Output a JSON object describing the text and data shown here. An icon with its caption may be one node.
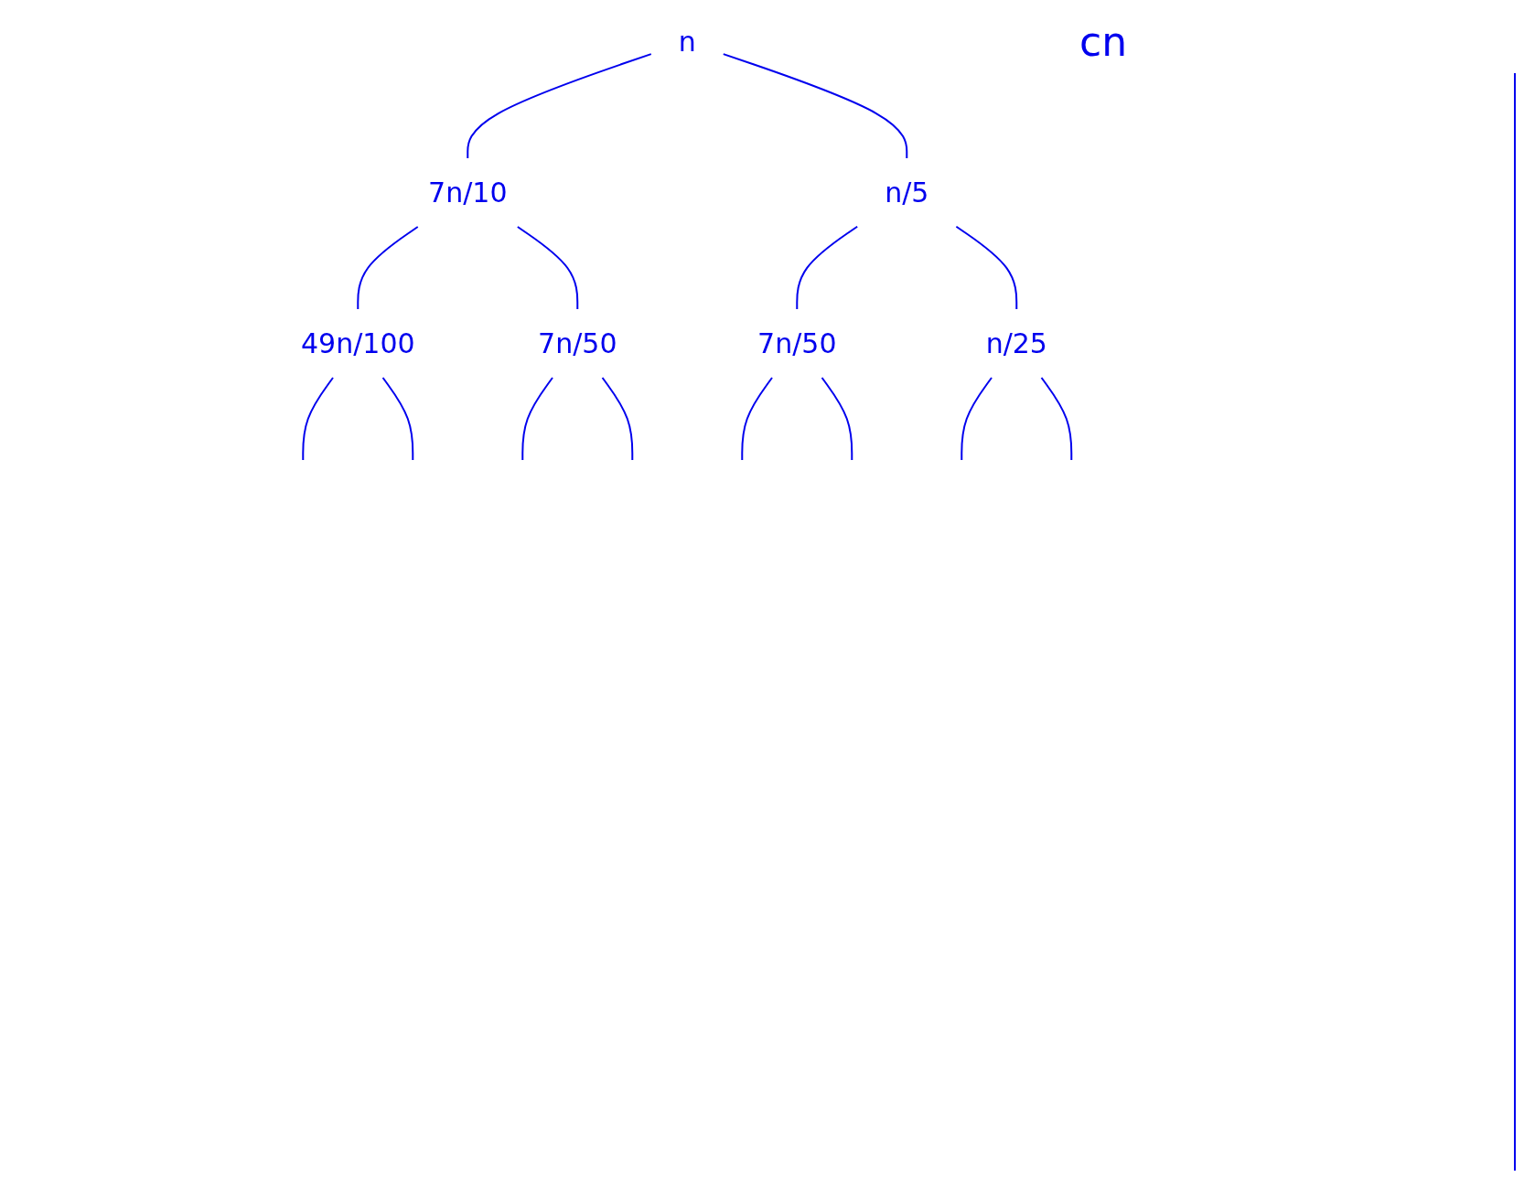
{
  "diagram": {
    "nodes": [
      {
        "text": [
          "n"
        ]
      },
      {
        "text": [
          "7n/10"
        ]
      },
      {
        "text": [
          "n/5"
        ]
      },
      {
        "text": [
          "49n/100"
        ]
      },
      {
        "text": [
          "7n/50"
        ]
      },
      {
        "text": [
          "7n/50"
        ]
      },
      {
        "text": [
          "n/25"
        ]
      }
    ],
    "edges": [
      {
        "from": 0,
        "to": 1,
        "arrow": "none"
      },
      {
        "from": 0,
        "to": 2,
        "arrow": "none"
      },
      {
        "from": 1,
        "to": 3,
        "arrow": "none"
      },
      {
        "from": 1,
        "to": 4,
        "arrow": "none"
      },
      {
        "from": 2,
        "to": 5,
        "arrow": "none"
      },
      {
        "from": 2,
        "to": 6,
        "arrow": "none"
      },
      {
        "from": 3,
        "to": null,
        "arrow": "none"
      },
      {
        "from": 3,
        "to": null,
        "arrow": "none"
      },
      {
        "from": 4,
        "to": null,
        "arrow": "none"
      },
      {
        "from": 4,
        "to": null,
        "arrow": "none"
      },
      {
        "from": 5,
        "to": null,
        "arrow": "none"
      },
      {
        "from": 5,
        "to": null,
        "arrow": "none"
      },
      {
        "from": 6,
        "to": null,
        "arrow": "none"
      },
      {
        "from": 6,
        "to": null,
        "arrow": "none"
      }
    ],
    "labels": [
      "cn"
    ]
  }
}
